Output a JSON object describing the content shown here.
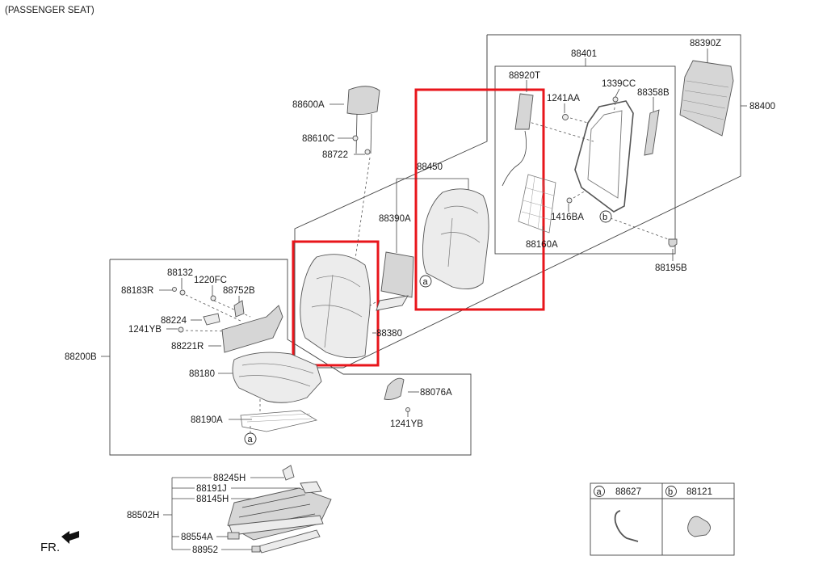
{
  "title": "(PASSENGER SEAT)",
  "direction_label": "FR.",
  "parts": {
    "p88390Z": "88390Z",
    "p88401": "88401",
    "p88400": "88400",
    "p88920T": "88920T",
    "p1339CC": "1339CC",
    "p1241AA": "1241AA",
    "p88358B": "88358B",
    "p88600A": "88600A",
    "p88610C": "88610C",
    "p88722": "88722",
    "p88450": "88450",
    "p88390A": "88390A",
    "p1416BA": "1416BA",
    "p88160A": "88160A",
    "p88195B": "88195B",
    "p88132": "88132",
    "p1220FC": "1220FC",
    "p88183R": "88183R",
    "p88752B": "88752B",
    "p88224": "88224",
    "p1241YB": "1241YB",
    "p88221R": "88221R",
    "p88380": "88380",
    "p88200B": "88200B",
    "p88180": "88180",
    "p88076A": "88076A",
    "p1241YB_2": "1241YB",
    "p88190A": "88190A",
    "p88245H": "88245H",
    "p88191J": "88191J",
    "p88145H": "88145H",
    "p88502H": "88502H",
    "p88554A": "88554A",
    "p88952": "88952"
  },
  "callouts": {
    "a1": "a",
    "a2": "a",
    "b1": "b"
  },
  "legend": {
    "a_letter": "a",
    "a_part": "88627",
    "b_letter": "b",
    "b_part": "88121"
  },
  "colors": {
    "highlight": "#e8151b"
  }
}
